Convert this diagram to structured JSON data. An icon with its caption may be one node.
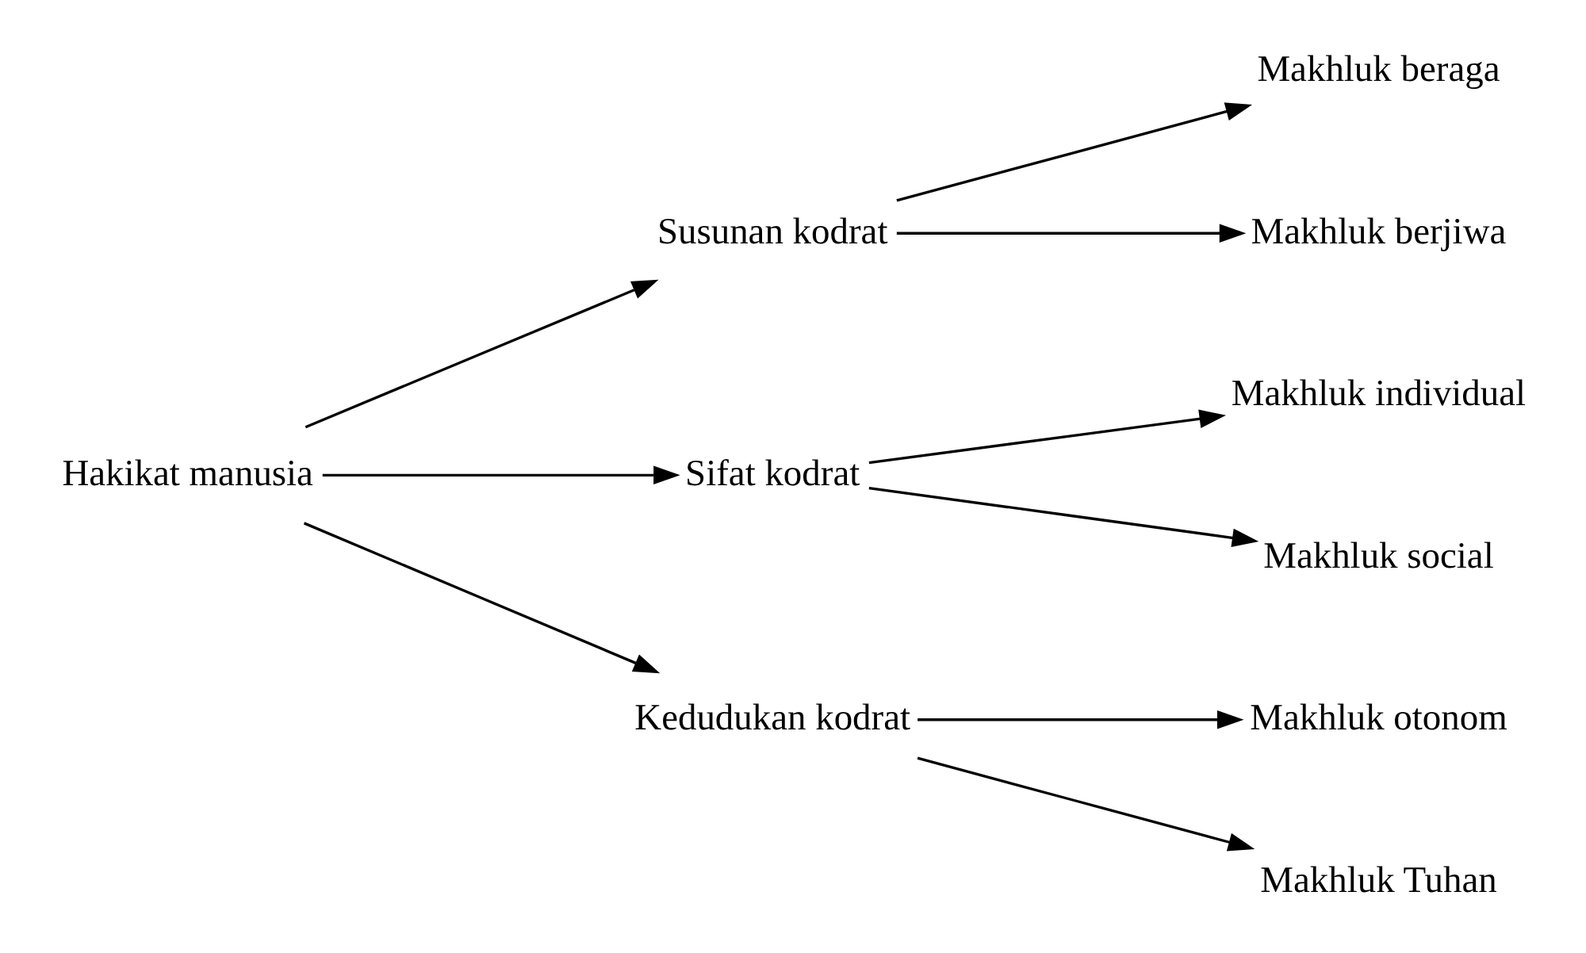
{
  "diagram": {
    "nodes": [
      {
        "text": [
          "Hakikat manusia"
        ]
      },
      {
        "text": [
          "Susunan kodrat"
        ]
      },
      {
        "text": [
          "Sifat kodrat"
        ]
      },
      {
        "text": [
          "Kedudukan kodrat"
        ]
      },
      {
        "text": [
          "Makhluk beraga"
        ]
      },
      {
        "text": [
          "Makhluk berjiwa"
        ]
      },
      {
        "text": [
          "Makhluk individual"
        ]
      },
      {
        "text": [
          "Makhluk social"
        ]
      },
      {
        "text": [
          "Makhluk otonom"
        ]
      },
      {
        "text": [
          "Makhluk Tuhan"
        ]
      }
    ],
    "edges": [
      {
        "from": 0,
        "to": 1,
        "arrow": "to"
      },
      {
        "from": 0,
        "to": 2,
        "arrow": "to"
      },
      {
        "from": 0,
        "to": 3,
        "arrow": "to"
      },
      {
        "from": 1,
        "to": 4,
        "arrow": "to"
      },
      {
        "from": 1,
        "to": 5,
        "arrow": "to"
      },
      {
        "from": 2,
        "to": 6,
        "arrow": "to"
      },
      {
        "from": 2,
        "to": 7,
        "arrow": "to"
      },
      {
        "from": 3,
        "to": 8,
        "arrow": "to"
      },
      {
        "from": 3,
        "to": 9,
        "arrow": "to"
      }
    ]
  }
}
